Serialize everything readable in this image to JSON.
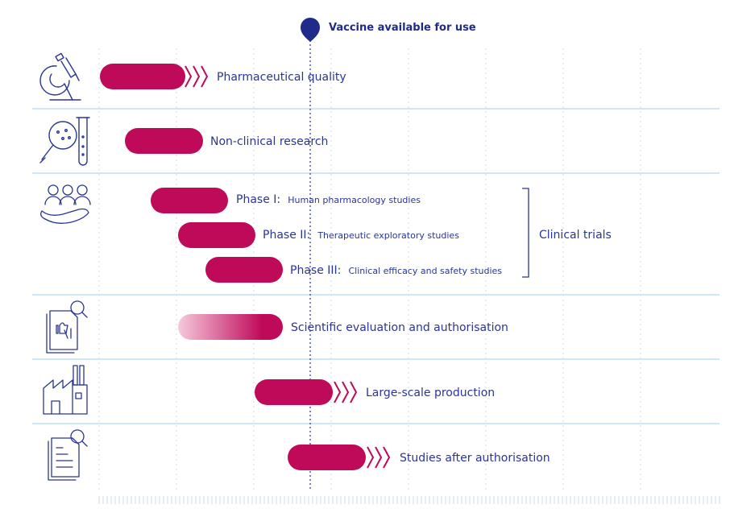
{
  "header": {
    "milestone_label": "Vaccine available for use"
  },
  "rows": [
    {
      "label": "Pharmaceutical quality",
      "icon": "microscope-icon"
    },
    {
      "label": "Non-clinical research",
      "icon": "test-tube-magnifier-icon"
    },
    {
      "label_prefix": "Phase I:",
      "label_detail": "Human pharmacology studies",
      "icon": "people-hands-icon"
    },
    {
      "label_prefix": "Phase II:",
      "label_detail": "Therapeutic exploratory studies"
    },
    {
      "label_prefix": "Phase III:",
      "label_detail": "Clinical efficacy and safety studies"
    },
    {
      "label": "Scientific evaluation and authorisation",
      "icon": "document-review-icon"
    },
    {
      "label": "Large-scale production",
      "icon": "factory-icon"
    },
    {
      "label": "Studies after authorisation",
      "icon": "document-search-icon"
    }
  ],
  "group": {
    "label": "Clinical trials"
  },
  "colors": {
    "bar": "#bf0a5a",
    "text": "#2a3595",
    "milestone": "#1f2a8a",
    "divider": "#cfe7f5"
  }
}
